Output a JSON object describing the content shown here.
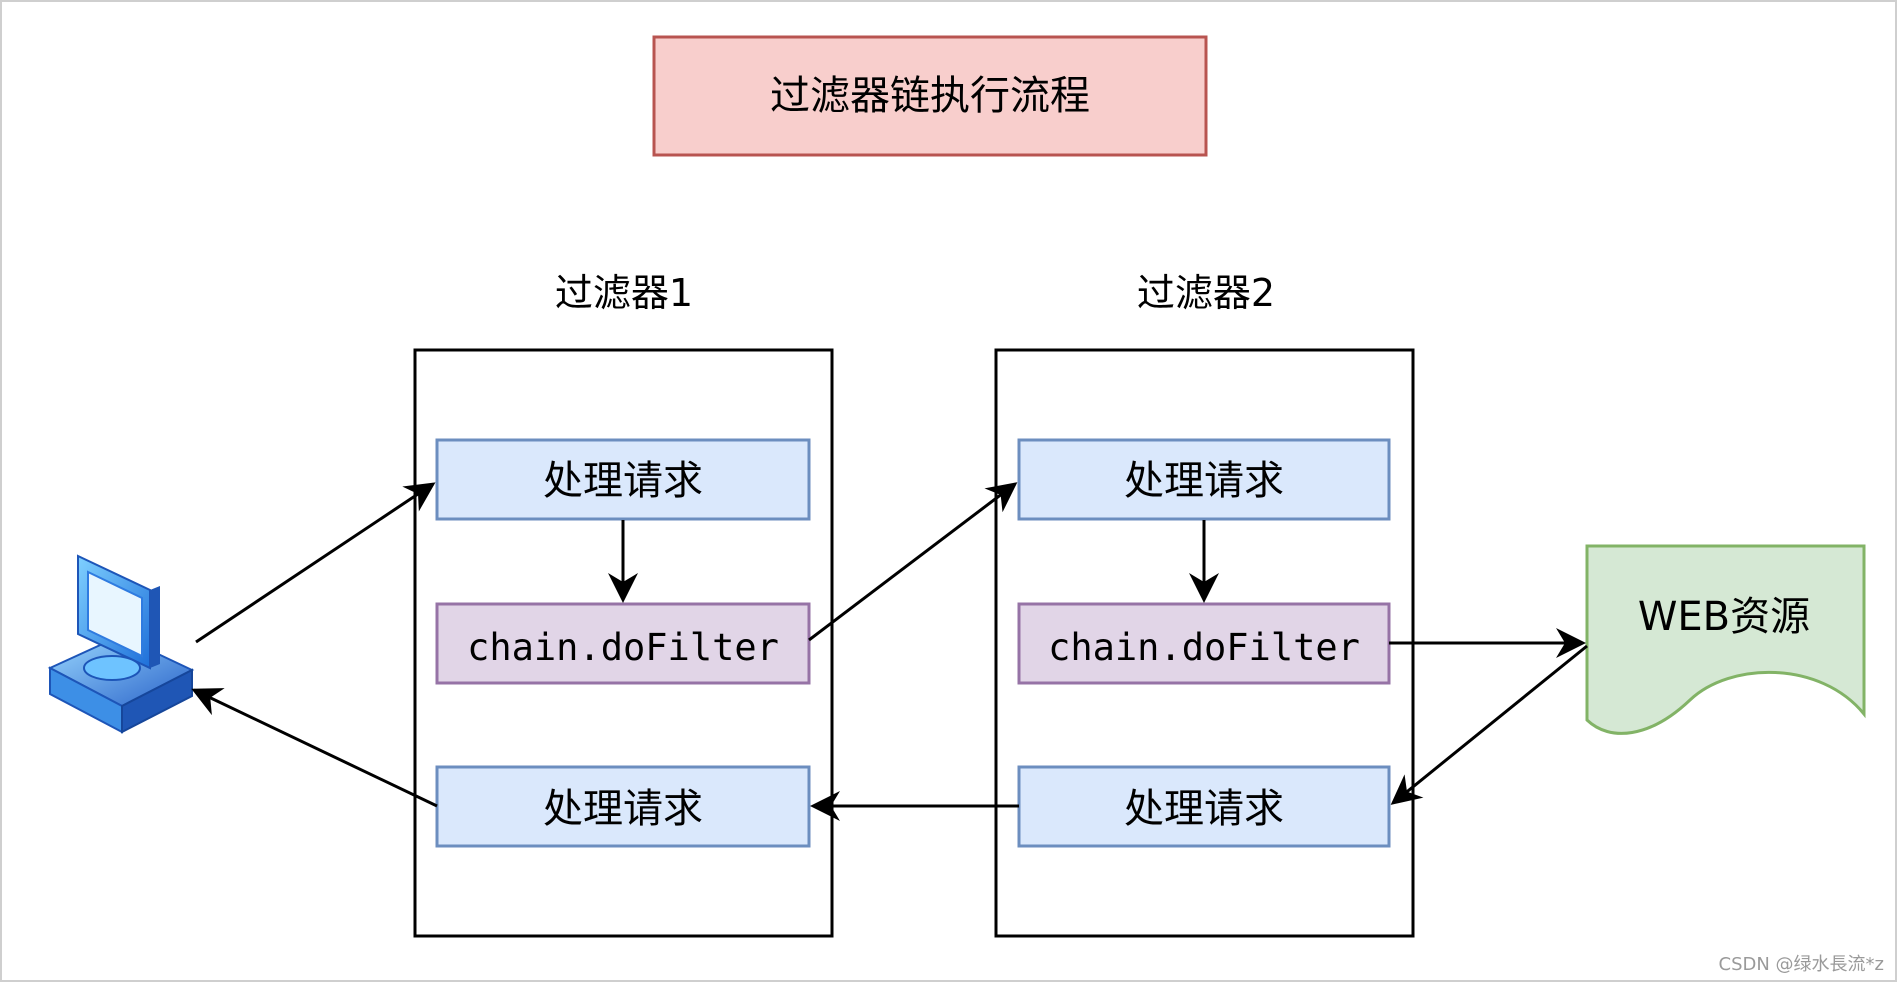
{
  "title": "过滤器链执行流程",
  "filter1": {
    "label": "过滤器1",
    "top_box": "处理请求",
    "middle_box": "chain.doFilter",
    "bottom_box": "处理请求"
  },
  "filter2": {
    "label": "过滤器2",
    "top_box": "处理请求",
    "middle_box": "chain.doFilter",
    "bottom_box": "处理请求"
  },
  "resource": {
    "label": "WEB资源"
  },
  "client": {
    "icon": "computer-icon"
  },
  "watermark": "CSDN @绿水長流*z",
  "colors": {
    "title_fill": "#f8cecc",
    "title_stroke": "#b85450",
    "process_fill": "#dae8fc",
    "process_stroke": "#6c8ebf",
    "chain_fill": "#e1d5e7",
    "chain_stroke": "#9673a6",
    "resource_fill": "#d5e8d4",
    "resource_stroke": "#82b366"
  }
}
